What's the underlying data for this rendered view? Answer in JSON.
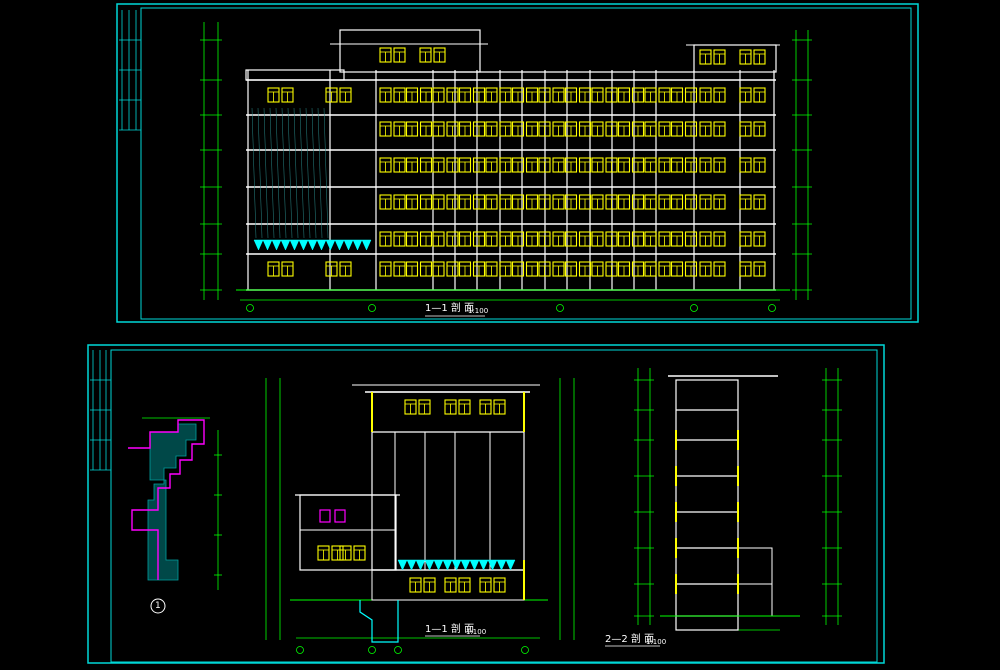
{
  "drawing": {
    "colors": {
      "background": "#000000",
      "frame": "#00d8d8",
      "structure": "#ffffff",
      "window": "#ffff00",
      "dimension": "#00ff00",
      "section_fill": "#00ffff",
      "accent": "#ff00ff",
      "hatch": "#00a0a0"
    },
    "sheet_top": {
      "section_title": "1—1 剖 面",
      "scale": "1:100"
    },
    "sheet_bottom": {
      "section_left_title": "1—1 剖 面",
      "section_left_scale": "1:100",
      "section_right_title": "2—2 剖 面",
      "section_right_scale": "1:100",
      "detail_mark": "1"
    }
  }
}
